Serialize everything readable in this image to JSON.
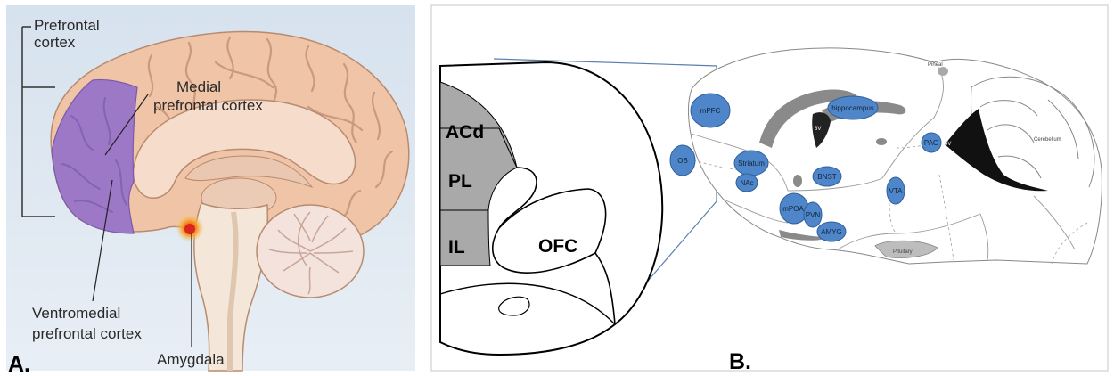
{
  "panel_a": {
    "letter": "A.",
    "labels": {
      "prefrontal_line1": "Prefrontal",
      "prefrontal_line2": "cortex",
      "medial_line1": "Medial",
      "medial_line2": "prefrontal cortex",
      "ventromedial_line1": "Ventromedial",
      "ventromedial_line2": "prefrontal cortex",
      "amygdala": "Amygdala"
    }
  },
  "panel_b": {
    "letter": "B.",
    "coronal_labels": {
      "acd": "ACd",
      "pl": "PL",
      "il": "IL",
      "ofc": "OFC"
    },
    "regions": {
      "mpfc": "mPFC",
      "ob": "OB",
      "striatum": "Striatum",
      "nac": "NAc",
      "bnst": "BNST",
      "hippocampus": "hippocampus",
      "mpoa": "mPOA",
      "pvn": "PVN",
      "amyg": "AMYG",
      "vta": "VTA",
      "pag": "PAG"
    },
    "anatomy_labels": {
      "pineal": "Pineal",
      "cerebellum": "Cerebellum",
      "pituitary": "Pituitary",
      "third_ventricle": "3V",
      "fourth_ventricle": "4V"
    }
  },
  "colors": {
    "region_fill": "#4e86c9",
    "region_stroke": "#2f5f9c",
    "prefrontal_purple": "#9c78c6",
    "brain_skin": "#f0c4a6",
    "grey_cortex": "#a9a9a9"
  }
}
